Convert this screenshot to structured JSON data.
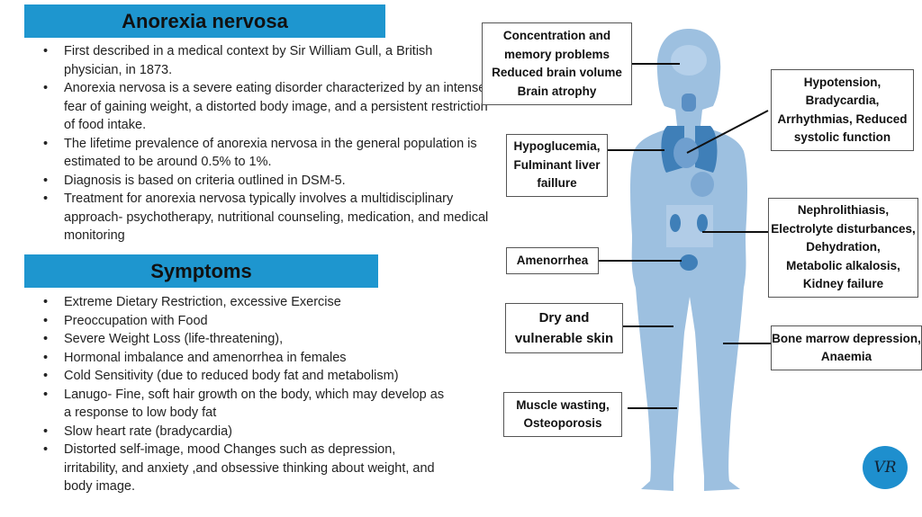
{
  "header": {
    "title": "Anorexia nervosa"
  },
  "intro_bullets": [
    "First described in a medical context by Sir William Gull, a British physician, in 1873.",
    "Anorexia nervosa is a severe eating disorder characterized by an intense fear of gaining weight, a distorted body image, and a persistent restriction of food intake.",
    "The lifetime prevalence of anorexia nervosa in the general population is estimated to be around 0.5% to 1%.",
    "Diagnosis is based on criteria outlined in DSM-5.",
    "Treatment for anorexia nervosa typically involves a multidisciplinary approach- psychotherapy, nutritional counseling, medication, and medical monitoring"
  ],
  "symptoms": {
    "title": "Symptoms",
    "items": [
      "Extreme Dietary Restriction, excessive Exercise",
      "Preoccupation with Food",
      "Severe Weight Loss (life-threatening),",
      "Hormonal imbalance and amenorrhea in females",
      "Cold Sensitivity (due to reduced body fat and metabolism)",
      "Lanugo- Fine, soft hair growth on the body, which may develop as a response to low body fat",
      "Slow heart rate (bradycardia)",
      "Distorted self-image, mood Changes such as depression, irritability, and anxiety ,and obsessive thinking about weight, and body image."
    ]
  },
  "callouts": {
    "brain": "Concentration and\nmemory problems\nReduced brain volume\nBrain atrophy",
    "heart": "Hypotension,\nBradycardia,\nArrhythmias, Reduced\nsystolic function",
    "liver": "Hypoglucemia,\nFulminant liver\nfaillure",
    "kidney": "Nephrolithiasis,\nElectrolyte disturbances,\nDehydration,\nMetabolic alkalosis,\nKidney failure",
    "uterus": "Amenorrhea",
    "skin": "Dry and\nvulnerable skin",
    "bone": "Bone marrow depression,\nAnaemia",
    "muscle": "Muscle wasting,\nOsteoporosis"
  },
  "logo": {
    "text": "VR"
  },
  "colors": {
    "header": "#1e96cf",
    "body": "#9dc0e0",
    "organs": "#3f7fb8"
  }
}
